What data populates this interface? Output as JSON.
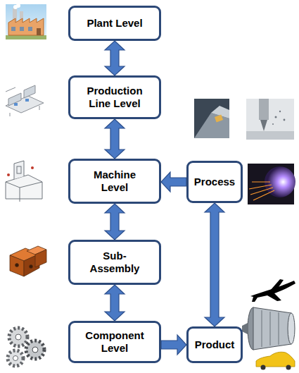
{
  "diagram": {
    "nodes": [
      {
        "text": [
          "Plant Level"
        ]
      },
      {
        "text": [
          "Production Line Level"
        ]
      },
      {
        "text": [
          "Machine Level"
        ]
      },
      {
        "text": [
          "Process"
        ]
      },
      {
        "text": [
          "Sub-Assembly"
        ]
      },
      {
        "text": [
          "Component Level"
        ]
      },
      {
        "text": [
          "Product"
        ]
      }
    ],
    "edges": [
      {
        "from": 0,
        "to": 1,
        "arrow": "both"
      },
      {
        "from": 1,
        "to": 2,
        "arrow": "both"
      },
      {
        "from": 3,
        "to": 2,
        "arrow": "to"
      },
      {
        "from": 2,
        "to": 4,
        "arrow": "both"
      },
      {
        "from": 4,
        "to": 5,
        "arrow": "both"
      },
      {
        "from": 5,
        "to": 6,
        "arrow": "to"
      },
      {
        "from": 3,
        "to": 6,
        "arrow": "both"
      }
    ]
  }
}
